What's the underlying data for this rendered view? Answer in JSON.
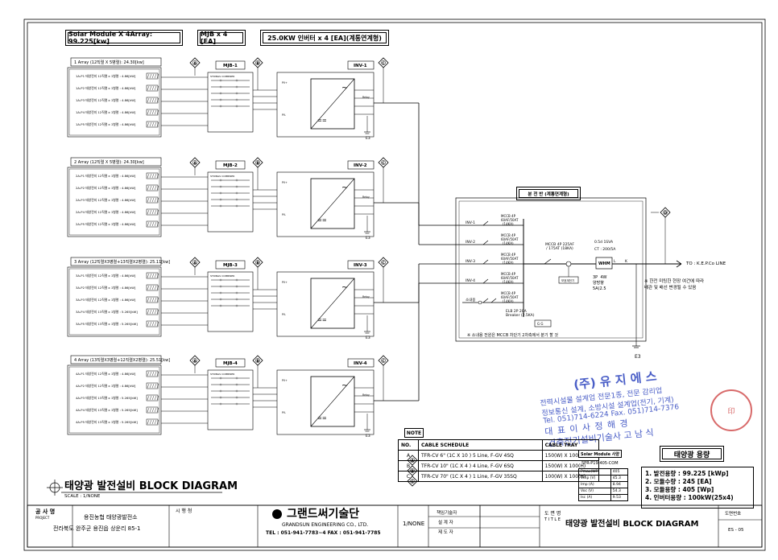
{
  "header": {
    "solar_module": "Solar Module X 4Array: 99.225[kw]",
    "mjb": "MJB x 4 [EA]",
    "inverter": "25.0KW 인버터 x 4 [EA](계통연계형)"
  },
  "arrays": [
    {
      "label": "1 Array  (12직렬 X 5병렬): 24.30[kw]",
      "mjb": "MJB-1",
      "inv": "INV-1",
      "node": "E3",
      "strings": [
        "1A-P1 태양전지  12직렬 x 1병렬  : 4.86[kW]",
        "1A-P2 태양전지  12직렬 x 1병렬  : 4.86[kW]",
        "1A-P3 태양전지  12직렬 x 1병렬  : 4.86[kW]",
        "1A-P4 태양전지  12직렬 x 1병렬  : 4.86[kW]",
        "1A-P5 태양전지  12직렬 x 1병렬  : 4.86[kW]"
      ]
    },
    {
      "label": "2 Array  (12직렬 X 5병렬): 24.30[kw]",
      "mjb": "MJB-2",
      "inv": "INV-2",
      "node": "E3",
      "strings": [
        "2A-P1 태양전지  12직렬 x 1병렬  : 4.86[kW]",
        "2A-P2 태양전지  12직렬 x 1병렬  : 4.86[kW]",
        "2A-P3 태양전지  12직렬 x 1병렬  : 4.86[kW]",
        "2A-P4 태양전지  12직렬 x 1병렬  : 4.86[kW]",
        "2A-P5 태양전지  12직렬 x 1병렬  : 4.86[kW]"
      ]
    },
    {
      "label": "3 Array  (12직렬X3병렬+13직렬X2병렬): 25.11[kw]",
      "mjb": "MJB-3",
      "inv": "INV-3",
      "node": "E3",
      "strings": [
        "3A-P1 태양전지  12직렬 x 1병렬  : 4.86[kW]",
        "3A-P2 태양전지  12직렬 x 1병렬  : 4.86[kW]",
        "3A-P3 태양전지  12직렬 x 1병렬  : 4.86[kW]",
        "3A-P4 태양전지  13직렬 x 1병렬  : 5.265[kW]",
        "3A-P5 태양전지  13직렬 x 1병렬  : 5.265[kW]"
      ]
    },
    {
      "label": "4 Array  (13직렬X3병렬+12직렬X2병렬): 25.51[kw]",
      "mjb": "MJB-4",
      "inv": "INV-4",
      "node": "E3",
      "strings": [
        "4A-P1 태양전지  12직렬 x 1병렬  : 4.86[kW]",
        "4A-P2 태양전지  12직렬 x 1병렬  : 4.86[kW]",
        "4A-P3 태양전지  13직렬 x 1병렬  : 5.265[kW]",
        "4A-P4 태양전지  13직렬 x 1병렬  : 5.265[kW]",
        "4A-P5 태양전지  13직렬 x 1병렬  : 5.265[kW]"
      ]
    }
  ],
  "panel": {
    "title": "분 전 반 (계통연계형)",
    "breakers": [
      {
        "label": "INV-1",
        "spec": "MCCB 4P 60AF/50AT (14KA)"
      },
      {
        "label": "INV-2",
        "spec": "MCCB 4P 60AF/50AT (14KA)"
      },
      {
        "label": "INV-3",
        "spec": "MCCB 4P 60AF/50AT (14KA)"
      },
      {
        "label": "INV-4",
        "spec": "MCCB 4P 60AF/50AT (14KA)"
      },
      {
        "label": "소내용",
        "spec": "MCCB 4P 60AF/50AT (14KA)"
      }
    ],
    "main_breaker": "MCCB 4P 225AF / 175AT (18KA)",
    "small_breaker": "ELB 2P 20A Breaker (2.5KA)",
    "protection_relay": "보호계전기",
    "meter_spec_1": "0.5d  1SVA",
    "meter_spec_2": "CT : 200/5A",
    "meter": "WHM",
    "meter_detail": "3P  4W\n양방향\n5A(2.5",
    "to_kepco": "TO : K.E.P.Co LINE",
    "note_right": "※ 한전 미팅한 현장 여건에 따라\n배관 및 배선 변경될 수 있음",
    "note_bottom": "※ 소내용 전원은 MCCB 차단기 2차측에서 분기 할 것",
    "ground": "E3"
  },
  "stamp": {
    "company": "(주) 유  지  에  스",
    "line1": "전력시설물 설계업 전문1종, 전문 감리업",
    "line2": "정보통신 설계, 소방시설 설계업(전기, 기계)",
    "line3": "Tel. 051)714-6224  Fax. 051)714-7376",
    "line4": "대   표   이   사  정   해   경",
    "line5": "건축전기설비기술사  고    남    식"
  },
  "note_label": "NOTE",
  "schedule": {
    "headers": [
      "NO.",
      "CABLE SCHEDULE",
      "CABLE TRAY"
    ],
    "rows": [
      {
        "no": "A",
        "cable": "TFR-CV 6\"  (1C X 10 ) 5 Line,  F-GV 4SQ",
        "tray": "150(W) X 100(H)"
      },
      {
        "no": "B",
        "cable": "TFR-CV 10\"  (1C X 4 ) 4 Line,  F-GV 6SQ",
        "tray": "150(W) X 100(H)"
      },
      {
        "no": "C",
        "cable": "TFR-CV 70\"  (1C X 4 ) 1 Line,  F-GV 35SQ",
        "tray": "100(W) X 100(H)"
      }
    ]
  },
  "module_spec": {
    "title": "Solar Module 사양",
    "model": "SPR-P19-405-COM",
    "rows": [
      [
        "Pmax(WP)",
        "405"
      ],
      [
        "Vmp (V)",
        "45.3"
      ],
      [
        "Imp (A)",
        "8.94"
      ],
      [
        "Voc (V)",
        "54.3"
      ],
      [
        "Isc (A)",
        "9.53"
      ]
    ]
  },
  "capacity": {
    "title": "태양광 용량",
    "items": [
      "1. 발전용량 : 99.225 [kWp]",
      "2. 모듈수량 : 245 [EA]",
      "3. 모듈용량 : 405 [Wp]",
      "4. 인버터용량 : 100kW(25x4)"
    ]
  },
  "diagram_title": "태양광 발전설비 BLOCK DIAGRAM",
  "scale": "SCALE : 1/NONE",
  "titleblock": {
    "project_label": "공 사 명",
    "project_label_en": "PROJECT",
    "project_line1": "용진농협 태양광발전소",
    "project_line2": "전라북도 완주군 용진읍 상운리 85-1",
    "owner_label": "시 행 청",
    "company_kr": "그랜드써기술단",
    "company_en": "GRANDSUN ENGINEERING CO., LTD.",
    "company_tel": "TEL : 051-941-7783~4   FAX : 051-941-7785",
    "scale_val": "1/NONE",
    "roles": [
      "책임기술자",
      "설 계 자",
      "제 도 자"
    ],
    "drawing_label": "도 면 명",
    "drawing_label_en": "T I T L E",
    "drawing_name": "태양광 발전설비 BLOCK DIAGRAM",
    "no_label": "도면번호",
    "no_val": "ES - 05"
  },
  "inverter_labels": {
    "dc": "DC",
    "ac": "AC",
    "pv_in": "PV+",
    "pv_neg": "PV-",
    "relay": "Relay",
    "mjb_hdr": "STRINGS   COMBINER"
  },
  "colors": {
    "line": "#000000",
    "stamp": "#4a5ec7",
    "seal": "#d86a6a"
  }
}
